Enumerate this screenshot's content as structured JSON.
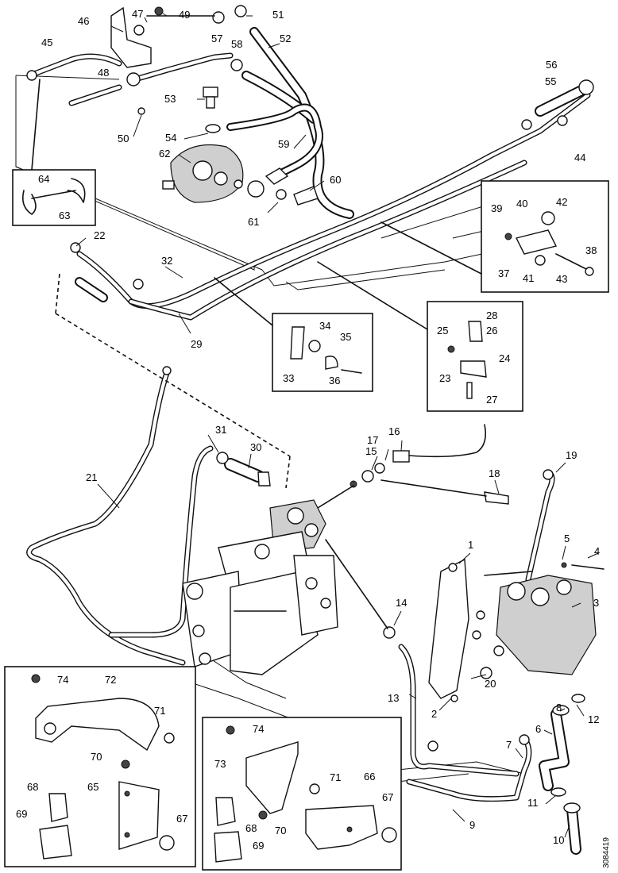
{
  "document_number": "3084419",
  "callouts": [
    {
      "id": "c1",
      "text": "1"
    },
    {
      "id": "c2",
      "text": "2"
    },
    {
      "id": "c3",
      "text": "3"
    },
    {
      "id": "c4",
      "text": "4"
    },
    {
      "id": "c5",
      "text": "5"
    },
    {
      "id": "c6",
      "text": "6"
    },
    {
      "id": "c7",
      "text": "7"
    },
    {
      "id": "c8",
      "text": "8"
    },
    {
      "id": "c9",
      "text": "9"
    },
    {
      "id": "c10",
      "text": "10"
    },
    {
      "id": "c11",
      "text": "11"
    },
    {
      "id": "c12",
      "text": "12"
    },
    {
      "id": "c13",
      "text": "13"
    },
    {
      "id": "c14",
      "text": "14"
    },
    {
      "id": "c15",
      "text": "15"
    },
    {
      "id": "c16",
      "text": "16"
    },
    {
      "id": "c17",
      "text": "17"
    },
    {
      "id": "c18",
      "text": "18"
    },
    {
      "id": "c19",
      "text": "19"
    },
    {
      "id": "c20",
      "text": "20"
    },
    {
      "id": "c21",
      "text": "21"
    },
    {
      "id": "c22",
      "text": "22"
    },
    {
      "id": "c23",
      "text": "23"
    },
    {
      "id": "c24",
      "text": "24"
    },
    {
      "id": "c25",
      "text": "25"
    },
    {
      "id": "c26",
      "text": "26"
    },
    {
      "id": "c27",
      "text": "27"
    },
    {
      "id": "c28",
      "text": "28"
    },
    {
      "id": "c29",
      "text": "29"
    },
    {
      "id": "c30",
      "text": "30"
    },
    {
      "id": "c31",
      "text": "31"
    },
    {
      "id": "c32",
      "text": "32"
    },
    {
      "id": "c33",
      "text": "33"
    },
    {
      "id": "c34",
      "text": "34"
    },
    {
      "id": "c35",
      "text": "35"
    },
    {
      "id": "c36",
      "text": "36"
    },
    {
      "id": "c37",
      "text": "37"
    },
    {
      "id": "c38",
      "text": "38"
    },
    {
      "id": "c39",
      "text": "39"
    },
    {
      "id": "c40",
      "text": "40"
    },
    {
      "id": "c41",
      "text": "41"
    },
    {
      "id": "c42",
      "text": "42"
    },
    {
      "id": "c43",
      "text": "43"
    },
    {
      "id": "c44",
      "text": "44"
    },
    {
      "id": "c45",
      "text": "45"
    },
    {
      "id": "c46",
      "text": "46"
    },
    {
      "id": "c47",
      "text": "47"
    },
    {
      "id": "c48",
      "text": "48"
    },
    {
      "id": "c49",
      "text": "49"
    },
    {
      "id": "c50",
      "text": "50"
    },
    {
      "id": "c51",
      "text": "51"
    },
    {
      "id": "c52",
      "text": "52"
    },
    {
      "id": "c53",
      "text": "53"
    },
    {
      "id": "c54",
      "text": "54"
    },
    {
      "id": "c55",
      "text": "55"
    },
    {
      "id": "c56",
      "text": "56"
    },
    {
      "id": "c57",
      "text": "57"
    },
    {
      "id": "c58",
      "text": "58"
    },
    {
      "id": "c59",
      "text": "59"
    },
    {
      "id": "c60",
      "text": "60"
    },
    {
      "id": "c61",
      "text": "61"
    },
    {
      "id": "c62",
      "text": "62"
    },
    {
      "id": "c63",
      "text": "63"
    },
    {
      "id": "c64",
      "text": "64"
    },
    {
      "id": "c65",
      "text": "65"
    },
    {
      "id": "c66",
      "text": "66"
    },
    {
      "id": "c67a",
      "text": "67"
    },
    {
      "id": "c67b",
      "text": "67"
    },
    {
      "id": "c68a",
      "text": "68"
    },
    {
      "id": "c68b",
      "text": "68"
    },
    {
      "id": "c69a",
      "text": "69"
    },
    {
      "id": "c69b",
      "text": "69"
    },
    {
      "id": "c70a",
      "text": "70"
    },
    {
      "id": "c70b",
      "text": "70"
    },
    {
      "id": "c71a",
      "text": "71"
    },
    {
      "id": "c71b",
      "text": "71"
    },
    {
      "id": "c72",
      "text": "72"
    },
    {
      "id": "c73",
      "text": "73"
    },
    {
      "id": "c74a",
      "text": "74"
    },
    {
      "id": "c74b",
      "text": "74"
    }
  ]
}
